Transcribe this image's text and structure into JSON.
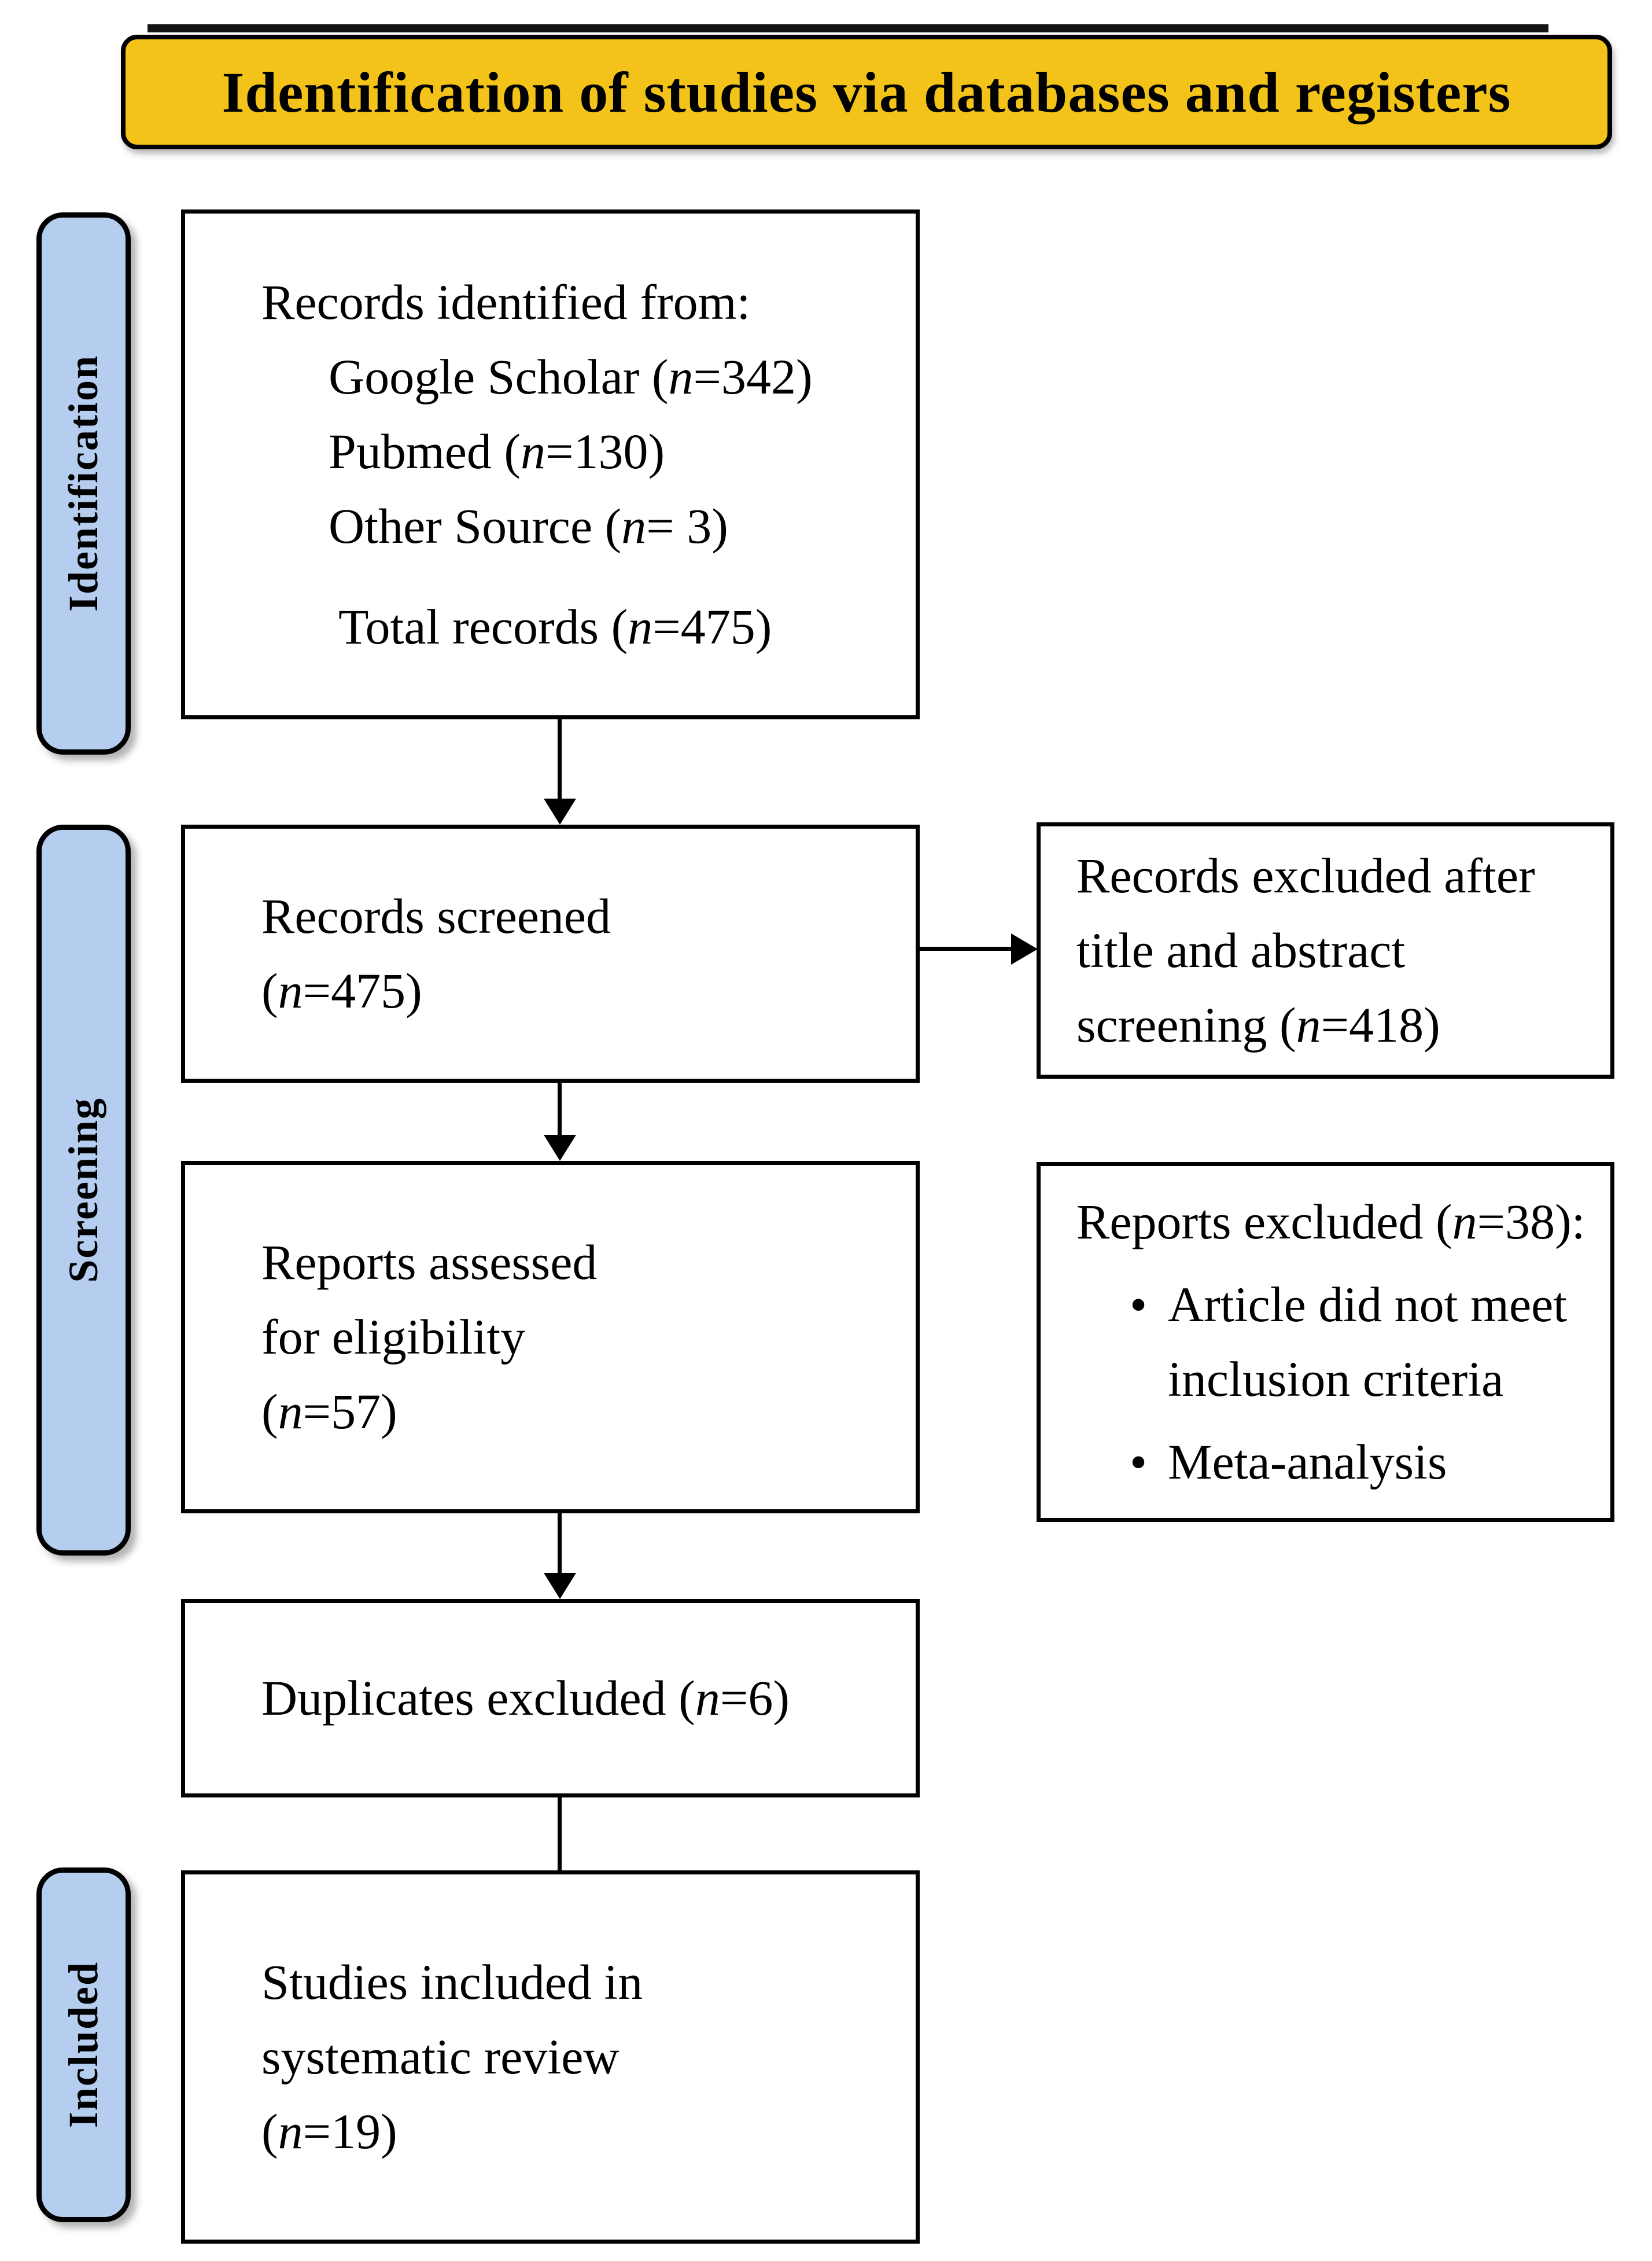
{
  "banner": {
    "title": "Identification of studies via databases and registers"
  },
  "sidebar": {
    "stages": [
      "Identification",
      "Screening",
      "Included"
    ]
  },
  "flow": {
    "records_identified": {
      "heading": "Records identified from:",
      "sources": [
        "Google Scholar (n=342)",
        "Pubmed (n=130)",
        "Other Source (n= 3)"
      ],
      "total": "Total records (n=475)"
    },
    "records_screened": {
      "lines": [
        "Records screened",
        "(n=475)"
      ]
    },
    "records_excluded": {
      "lines": [
        "Records excluded after",
        "title and abstract",
        "screening (n=418)"
      ]
    },
    "reports_assessed": {
      "lines": [
        "Reports assessed",
        "for eligibility",
        "(n=57)"
      ]
    },
    "reports_excluded": {
      "heading": "Reports excluded (n=38):",
      "bullet_glyph": "•",
      "bullets": [
        "Article did not meet inclusion criteria",
        "Meta-analysis"
      ]
    },
    "duplicates_excluded": {
      "line": "Duplicates excluded (n=6)"
    },
    "studies_included": {
      "lines": [
        "Studies included in",
        "systematic review",
        "(n=19)"
      ]
    }
  },
  "colors": {
    "banner_fill": "#F3C319",
    "stage_fill": "#B5CDEF",
    "outline": "#000000"
  }
}
